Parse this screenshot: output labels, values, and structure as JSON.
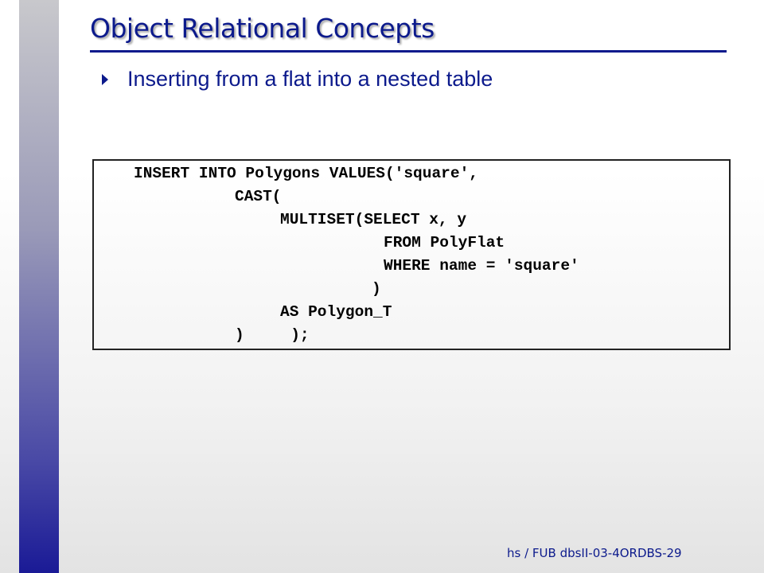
{
  "slide": {
    "title": "Object Relational Concepts",
    "bullet": "Inserting from a flat into a nested table",
    "footer": "hs / FUB dbsII-03-4ORDBS-29"
  },
  "code": {
    "lines": [
      "INSERT INTO Polygons VALUES('square',",
      "CAST(",
      "MULTISET(SELECT x, y",
      "FROM PolyFlat",
      "WHERE name = 'square'",
      ")",
      "AS Polygon_T",
      ")     );"
    ]
  },
  "colors": {
    "title": "#0c1a8c",
    "accent_bar_top": "#c8c8cc",
    "accent_bar_bottom": "#1a1a96"
  }
}
